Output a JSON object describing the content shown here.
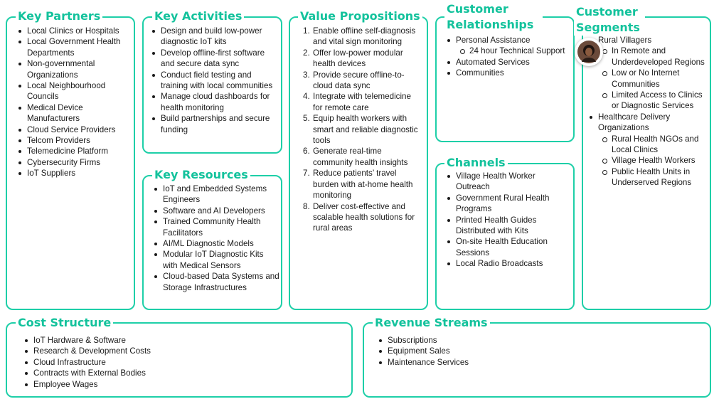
{
  "colors": {
    "accent": "#1ecfa8",
    "title": "#13c29c",
    "text": "#1a1a1a"
  },
  "key_partners": {
    "title": "Key Partners",
    "items": [
      "Local Clinics or Hospitals",
      "Local Government Health Departments",
      "Non-governmental Organizations",
      "Local Neighbourhood Councils",
      "Medical Device Manufacturers",
      "Cloud Service Providers",
      "Telcom Providers",
      "Telemedicine Platform",
      "Cybersecurity Firms",
      "IoT Suppliers"
    ]
  },
  "key_activities": {
    "title": "Key Activities",
    "items": [
      "Design and build low-power diagnostic IoT kits",
      "Develop offline-first software and secure data sync",
      "Conduct field testing and training with local communities",
      "Manage cloud dashboards for health monitoring",
      "Build partnerships and secure funding"
    ]
  },
  "key_resources": {
    "title": "Key Resources",
    "items": [
      "IoT and Embedded Systems Engineers",
      "Software and AI Developers",
      "Trained Community Health Facilitators",
      "AI/ML Diagnostic Models",
      "Modular IoT Diagnostic Kits with Medical Sensors",
      "Cloud-based Data Systems and Storage Infrastructures"
    ]
  },
  "value_propositions": {
    "title": "Value Propositions",
    "numbers": [
      "1.",
      "2.",
      "3.",
      "4.",
      "5.",
      "6.",
      "7.",
      "8."
    ],
    "items": [
      "Enable offline self-diagnosis and vital sign monitoring",
      "Offer low-power modular health devices",
      "Provide secure offline-to-cloud data sync",
      "Integrate with telemedicine for remote care",
      "Equip health workers with smart and reliable diagnostic tools",
      "Generate real-time community health insights",
      "Reduce patients’ travel burden with at-home health monitoring",
      "Deliver cost-effective and scalable health solutions for rural areas"
    ]
  },
  "customer_relationships": {
    "title": "Customer Relationships",
    "items": [
      {
        "label": "Personal Assistance",
        "sub": [
          "24 hour Technical Support"
        ]
      },
      {
        "label": "Automated Services",
        "sub": []
      },
      {
        "label": "Communities",
        "sub": []
      }
    ]
  },
  "channels": {
    "title": "Channels",
    "items": [
      "Village Health Worker Outreach",
      "Government Rural Health Programs",
      "Printed Health Guides Distributed with Kits",
      "On-site Health Education Sessions",
      "Local Radio Broadcasts"
    ]
  },
  "customer_segments": {
    "title": "Customer Segments",
    "items": [
      {
        "label": "Rural Villagers",
        "sub": [
          "In Remote and Underdeveloped Regions",
          "Low or No Internet Communities",
          "Limited Access to Clinics or Diagnostic Services"
        ]
      },
      {
        "label": "Healthcare Delivery Organizations",
        "sub": [
          "Rural Health NGOs and Local Clinics",
          "Village Health Workers",
          "Public Health Units in Underserved Regions"
        ]
      }
    ]
  },
  "cost_structure": {
    "title": "Cost Structure",
    "items": [
      "IoT Hardware & Software",
      "Research & Development Costs",
      "Cloud Infrastructure",
      "Contracts with External Bodies",
      "Employee Wages"
    ]
  },
  "revenue_streams": {
    "title": "Revenue Streams",
    "items": [
      "Subscriptions",
      "Equipment Sales",
      "Maintenance Services"
    ]
  },
  "avatar": {
    "icon": "user-avatar-icon"
  }
}
